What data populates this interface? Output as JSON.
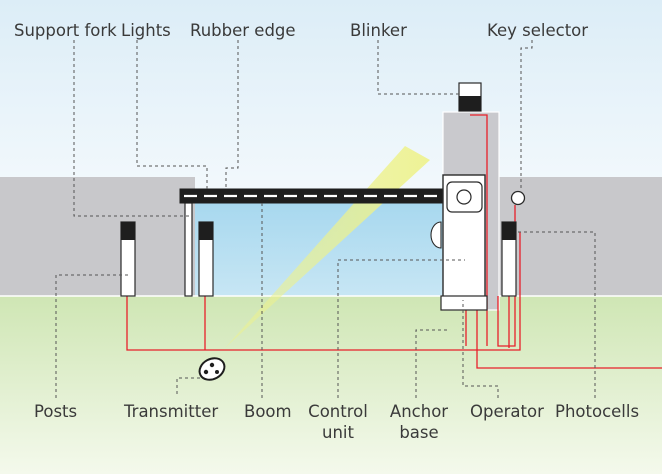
{
  "labels": {
    "support_fork": "Support fork",
    "lights": "Lights",
    "rubber_edge": "Rubber edge",
    "blinker": "Blinker",
    "key_selector": "Key selector",
    "posts": "Posts",
    "transmitter": "Transmitter",
    "boom": "Boom",
    "control_unit_line1": "Control",
    "control_unit_line2": "unit",
    "anchor_base_line1": "Anchor",
    "anchor_base_line2": "base",
    "operator": "Operator",
    "photocells": "Photocells"
  },
  "colors": {
    "sky_top": "#dcedf7",
    "sky_bottom": "#ffffff",
    "wall": "#c8c8cb",
    "gap_blue": "#a8d8ef",
    "ground_top": "#cfe6b4",
    "ground_bottom": "#f4f9ec",
    "wire": "#e8202a",
    "leader": "#555555",
    "beam_light": "#eef28a",
    "boom_dark": "#1e1e1e"
  }
}
